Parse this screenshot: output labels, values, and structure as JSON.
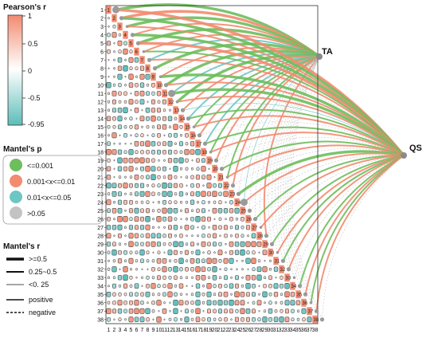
{
  "chart_data": {
    "type": "heatmap",
    "n": 38,
    "labels": [
      "1",
      "2",
      "3",
      "4",
      "5",
      "6",
      "7",
      "8",
      "9",
      "10",
      "11",
      "12",
      "13",
      "14",
      "15",
      "16",
      "17",
      "18",
      "19",
      "20",
      "21",
      "22",
      "23",
      "24",
      "25",
      "26",
      "27",
      "28",
      "29",
      "30",
      "31",
      "32",
      "33",
      "34",
      "35",
      "36",
      "37",
      "38"
    ],
    "colorbar": {
      "title": "Pearson's r",
      "ticks": [
        "1",
        "0.5",
        "0",
        "-0.5",
        "-0.95"
      ],
      "range": [
        -0.95,
        1
      ],
      "color_high": "#f28b70",
      "color_mid": "#ffffff",
      "color_low": "#5cbdb9"
    },
    "mantel_p_legend": {
      "title": "Mantel's p",
      "entries": [
        {
          "label": "<=0.001",
          "color": "#6dbe5c"
        },
        {
          "label": "0.001<x<=0.01",
          "color": "#f28b70"
        },
        {
          "label": "0.01<x<=0.05",
          "color": "#6ec6c4"
        },
        {
          "label": ">0.05",
          "color": "#c3c3c3"
        }
      ]
    },
    "mantel_r_legend": {
      "title": "Mantel's r",
      "widths": [
        {
          "label": ">=0.5"
        },
        {
          "label": "0.25~0.5"
        },
        {
          "label": "<0. 25"
        }
      ],
      "styles": [
        {
          "label": "positive"
        },
        {
          "label": "negative"
        }
      ]
    },
    "nodes": [
      {
        "name": "TA",
        "links": [
          [
            1,
            "g",
            3
          ],
          [
            2,
            "o",
            3
          ],
          [
            3,
            "g",
            3
          ],
          [
            4,
            "o",
            2
          ],
          [
            5,
            "g",
            3
          ],
          [
            6,
            "o",
            2
          ],
          [
            7,
            "t",
            2
          ],
          [
            8,
            "g",
            3
          ],
          [
            9,
            "o",
            2
          ],
          [
            10,
            "g",
            3
          ],
          [
            11,
            "t",
            2
          ],
          [
            12,
            "g",
            3
          ],
          [
            13,
            "o",
            2
          ],
          [
            14,
            "t",
            2
          ],
          [
            15,
            "g",
            2
          ],
          [
            16,
            "o",
            2
          ],
          [
            17,
            "t",
            2
          ],
          [
            18,
            "g",
            2
          ],
          [
            19,
            "o",
            2
          ],
          [
            20,
            "x",
            1
          ],
          [
            21,
            "g",
            2
          ],
          [
            22,
            "o",
            2
          ],
          [
            23,
            "x",
            1
          ],
          [
            24,
            "t",
            1
          ],
          [
            25,
            "x",
            1
          ],
          [
            26,
            "x",
            1
          ],
          [
            27,
            "x",
            1
          ],
          [
            28,
            "o",
            2
          ],
          [
            29,
            "x",
            1
          ],
          [
            30,
            "x",
            1
          ],
          [
            31,
            "x",
            1
          ],
          [
            32,
            "x",
            1
          ],
          [
            33,
            "x",
            1
          ],
          [
            34,
            "x",
            1
          ],
          [
            35,
            "x",
            1
          ],
          [
            36,
            "x",
            1
          ],
          [
            37,
            "x",
            1
          ],
          [
            38,
            "x",
            1
          ]
        ]
      },
      {
        "name": "QS",
        "links": [
          [
            1,
            "o",
            3
          ],
          [
            2,
            "g",
            3
          ],
          [
            3,
            "o",
            2
          ],
          [
            4,
            "g",
            3
          ],
          [
            5,
            "o",
            3
          ],
          [
            6,
            "g",
            2
          ],
          [
            7,
            "o",
            2
          ],
          [
            8,
            "x",
            1
          ],
          [
            9,
            "g",
            3
          ],
          [
            10,
            "o",
            2
          ],
          [
            11,
            "g",
            3
          ],
          [
            12,
            "o",
            2
          ],
          [
            13,
            "t",
            1
          ],
          [
            14,
            "g",
            2
          ],
          [
            15,
            "o",
            2
          ],
          [
            16,
            "x",
            1
          ],
          [
            17,
            "g",
            2
          ],
          [
            18,
            "o",
            2
          ],
          [
            19,
            "x",
            1
          ],
          [
            20,
            "g",
            2
          ],
          [
            21,
            "o",
            2
          ],
          [
            22,
            "x",
            1
          ],
          [
            23,
            "g",
            3
          ],
          [
            24,
            "o",
            2
          ],
          [
            25,
            "x",
            1
          ],
          [
            26,
            "g",
            2
          ],
          [
            27,
            "o",
            2
          ],
          [
            28,
            "x",
            1
          ],
          [
            29,
            "g",
            2
          ],
          [
            30,
            "o",
            2
          ],
          [
            31,
            "g",
            2
          ],
          [
            32,
            "o",
            2
          ],
          [
            33,
            "x",
            1
          ],
          [
            34,
            "g",
            2
          ],
          [
            35,
            "o",
            2
          ],
          [
            36,
            "g",
            2
          ],
          [
            37,
            "o",
            2
          ],
          [
            38,
            "x",
            1
          ]
        ]
      }
    ]
  }
}
